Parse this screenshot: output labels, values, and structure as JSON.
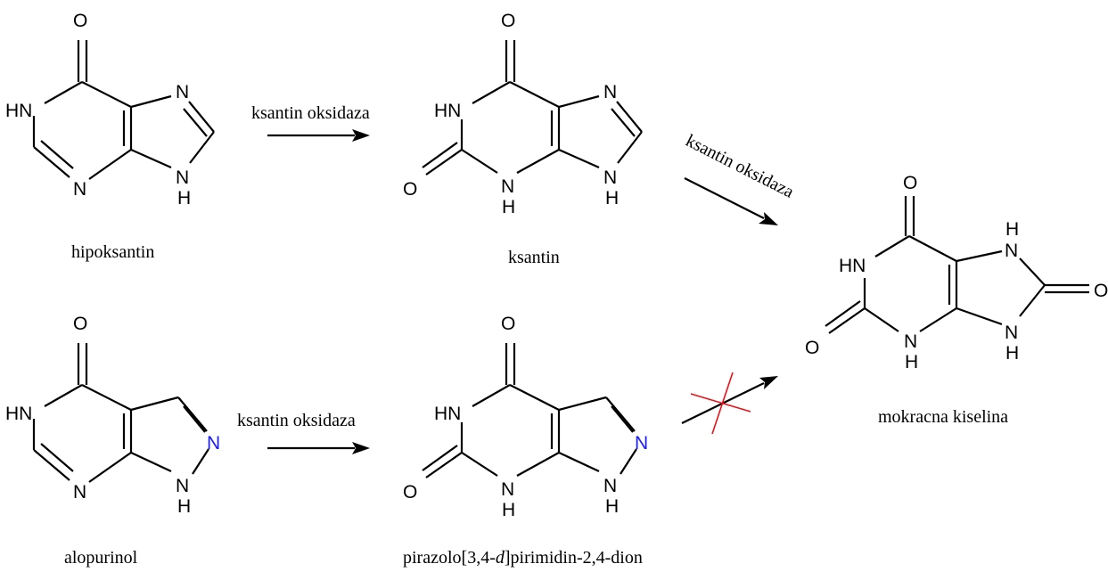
{
  "compounds": {
    "hypoxanthine": "hipoksantin",
    "xanthine": "ksantin",
    "uric_acid": "mokracna kiselina",
    "allopurinol": "alopurinol",
    "pyrazolo_prefix": "pirazolo[3,4-",
    "pyrazolo_italic": "d",
    "pyrazolo_suffix": "]pirimidin-2,4-dion"
  },
  "enzyme": "ksantin oksidaza",
  "atoms": {
    "O": "O",
    "N": "N",
    "HN": "HN",
    "H": "H"
  },
  "colors": {
    "modified_n": "#1a1aff",
    "blocked_cross": "#e8121b"
  }
}
